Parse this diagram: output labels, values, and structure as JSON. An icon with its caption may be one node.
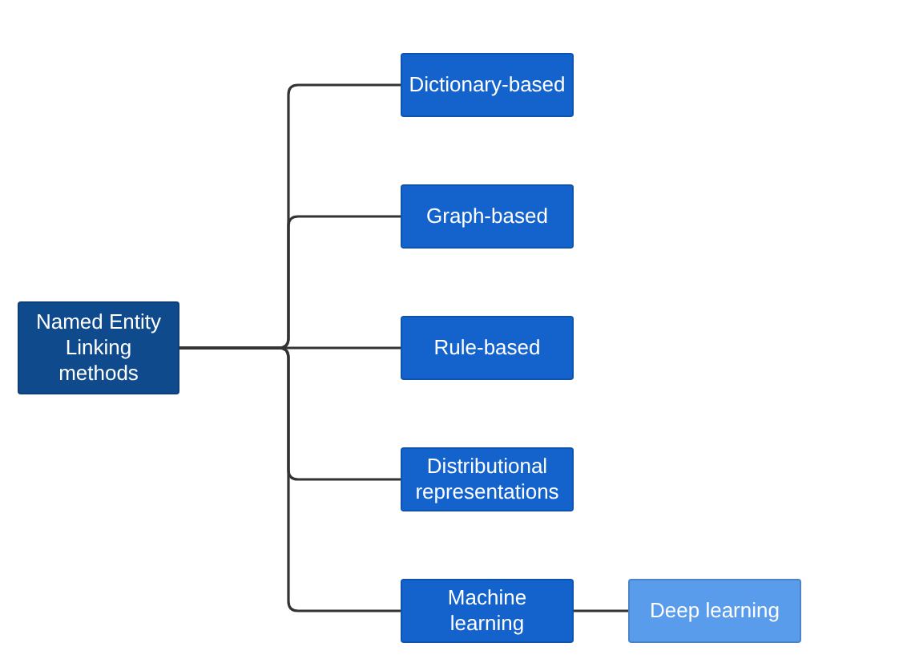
{
  "diagram": {
    "nodes": [
      {
        "text": [
          "Named Entity Linking methods"
        ]
      },
      {
        "text": [
          "Dictionary-based"
        ]
      },
      {
        "text": [
          "Graph-based"
        ]
      },
      {
        "text": [
          "Rule-based"
        ]
      },
      {
        "text": [
          "Distributional representations"
        ]
      },
      {
        "text": [
          "Machine learning"
        ]
      },
      {
        "text": [
          "Deep learning"
        ]
      }
    ],
    "edges": [
      {
        "from": 0,
        "to": 1,
        "arrow": "none"
      },
      {
        "from": 0,
        "to": 2,
        "arrow": "none"
      },
      {
        "from": 0,
        "to": 3,
        "arrow": "none"
      },
      {
        "from": 0,
        "to": 4,
        "arrow": "none"
      },
      {
        "from": 0,
        "to": 5,
        "arrow": "none"
      },
      {
        "from": 5,
        "to": 6,
        "arrow": "none"
      }
    ]
  }
}
